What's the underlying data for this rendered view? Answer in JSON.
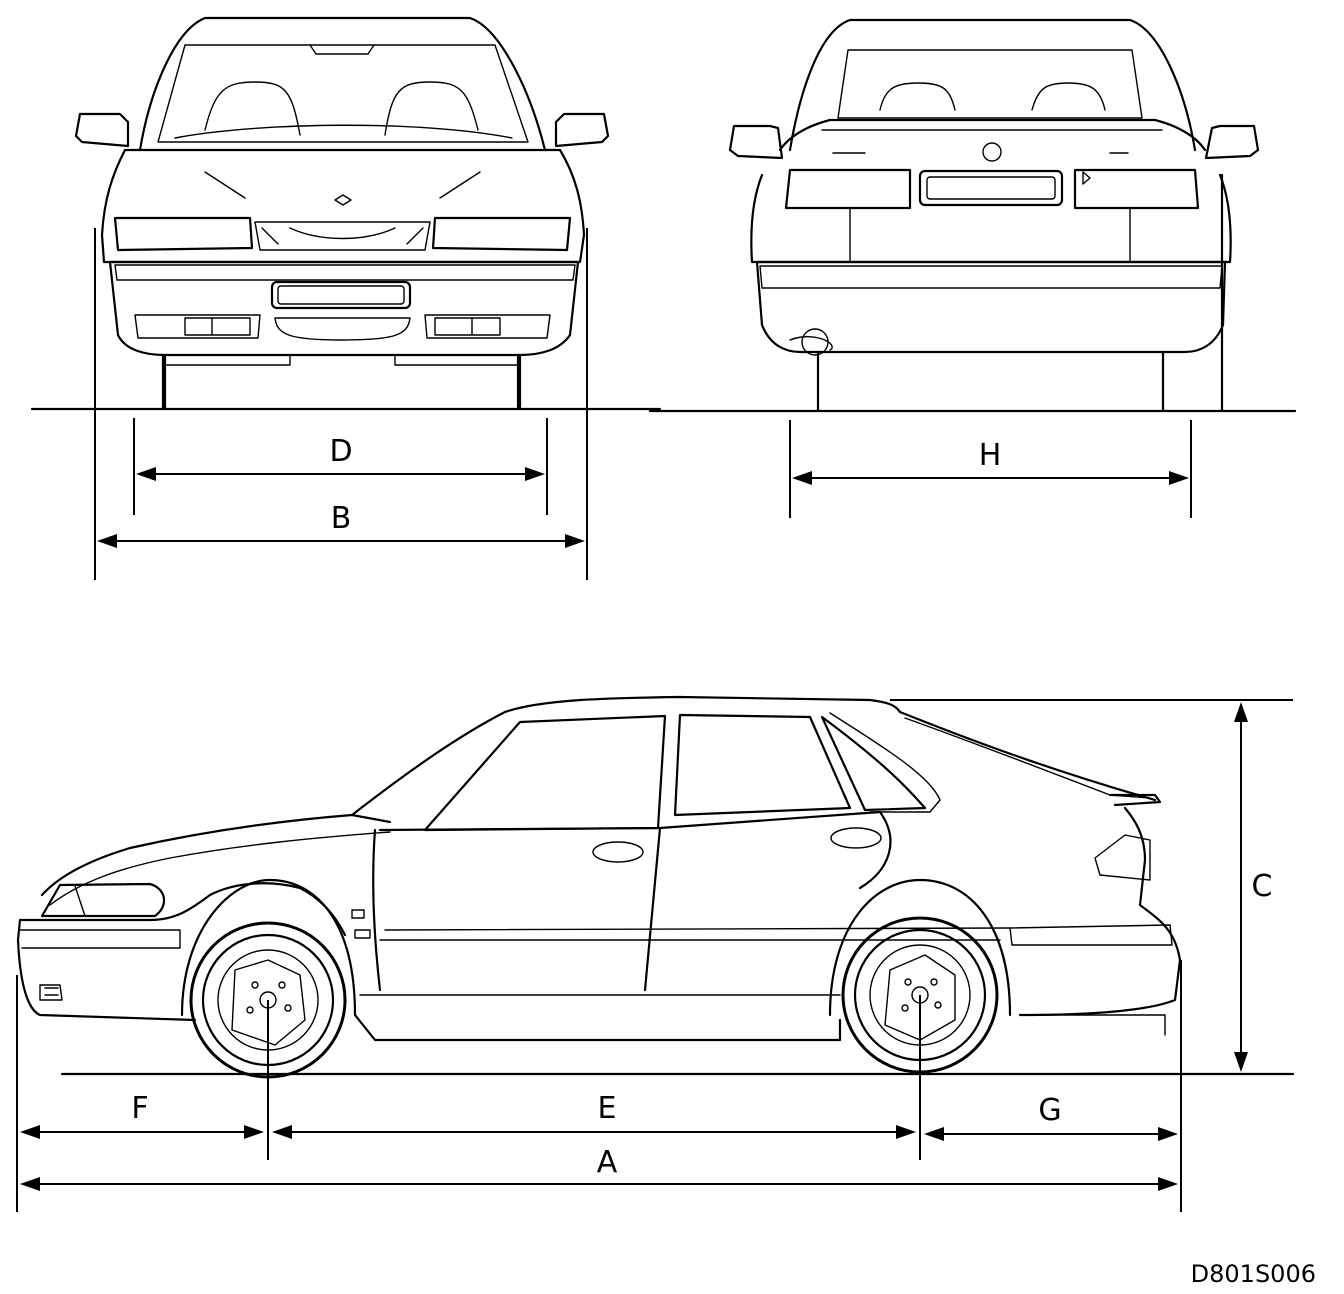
{
  "dimensions": {
    "A": "A",
    "B": "B",
    "C": "C",
    "D": "D",
    "E": "E",
    "F": "F",
    "G": "G",
    "H": "H"
  },
  "drawing_code": "D801S006"
}
